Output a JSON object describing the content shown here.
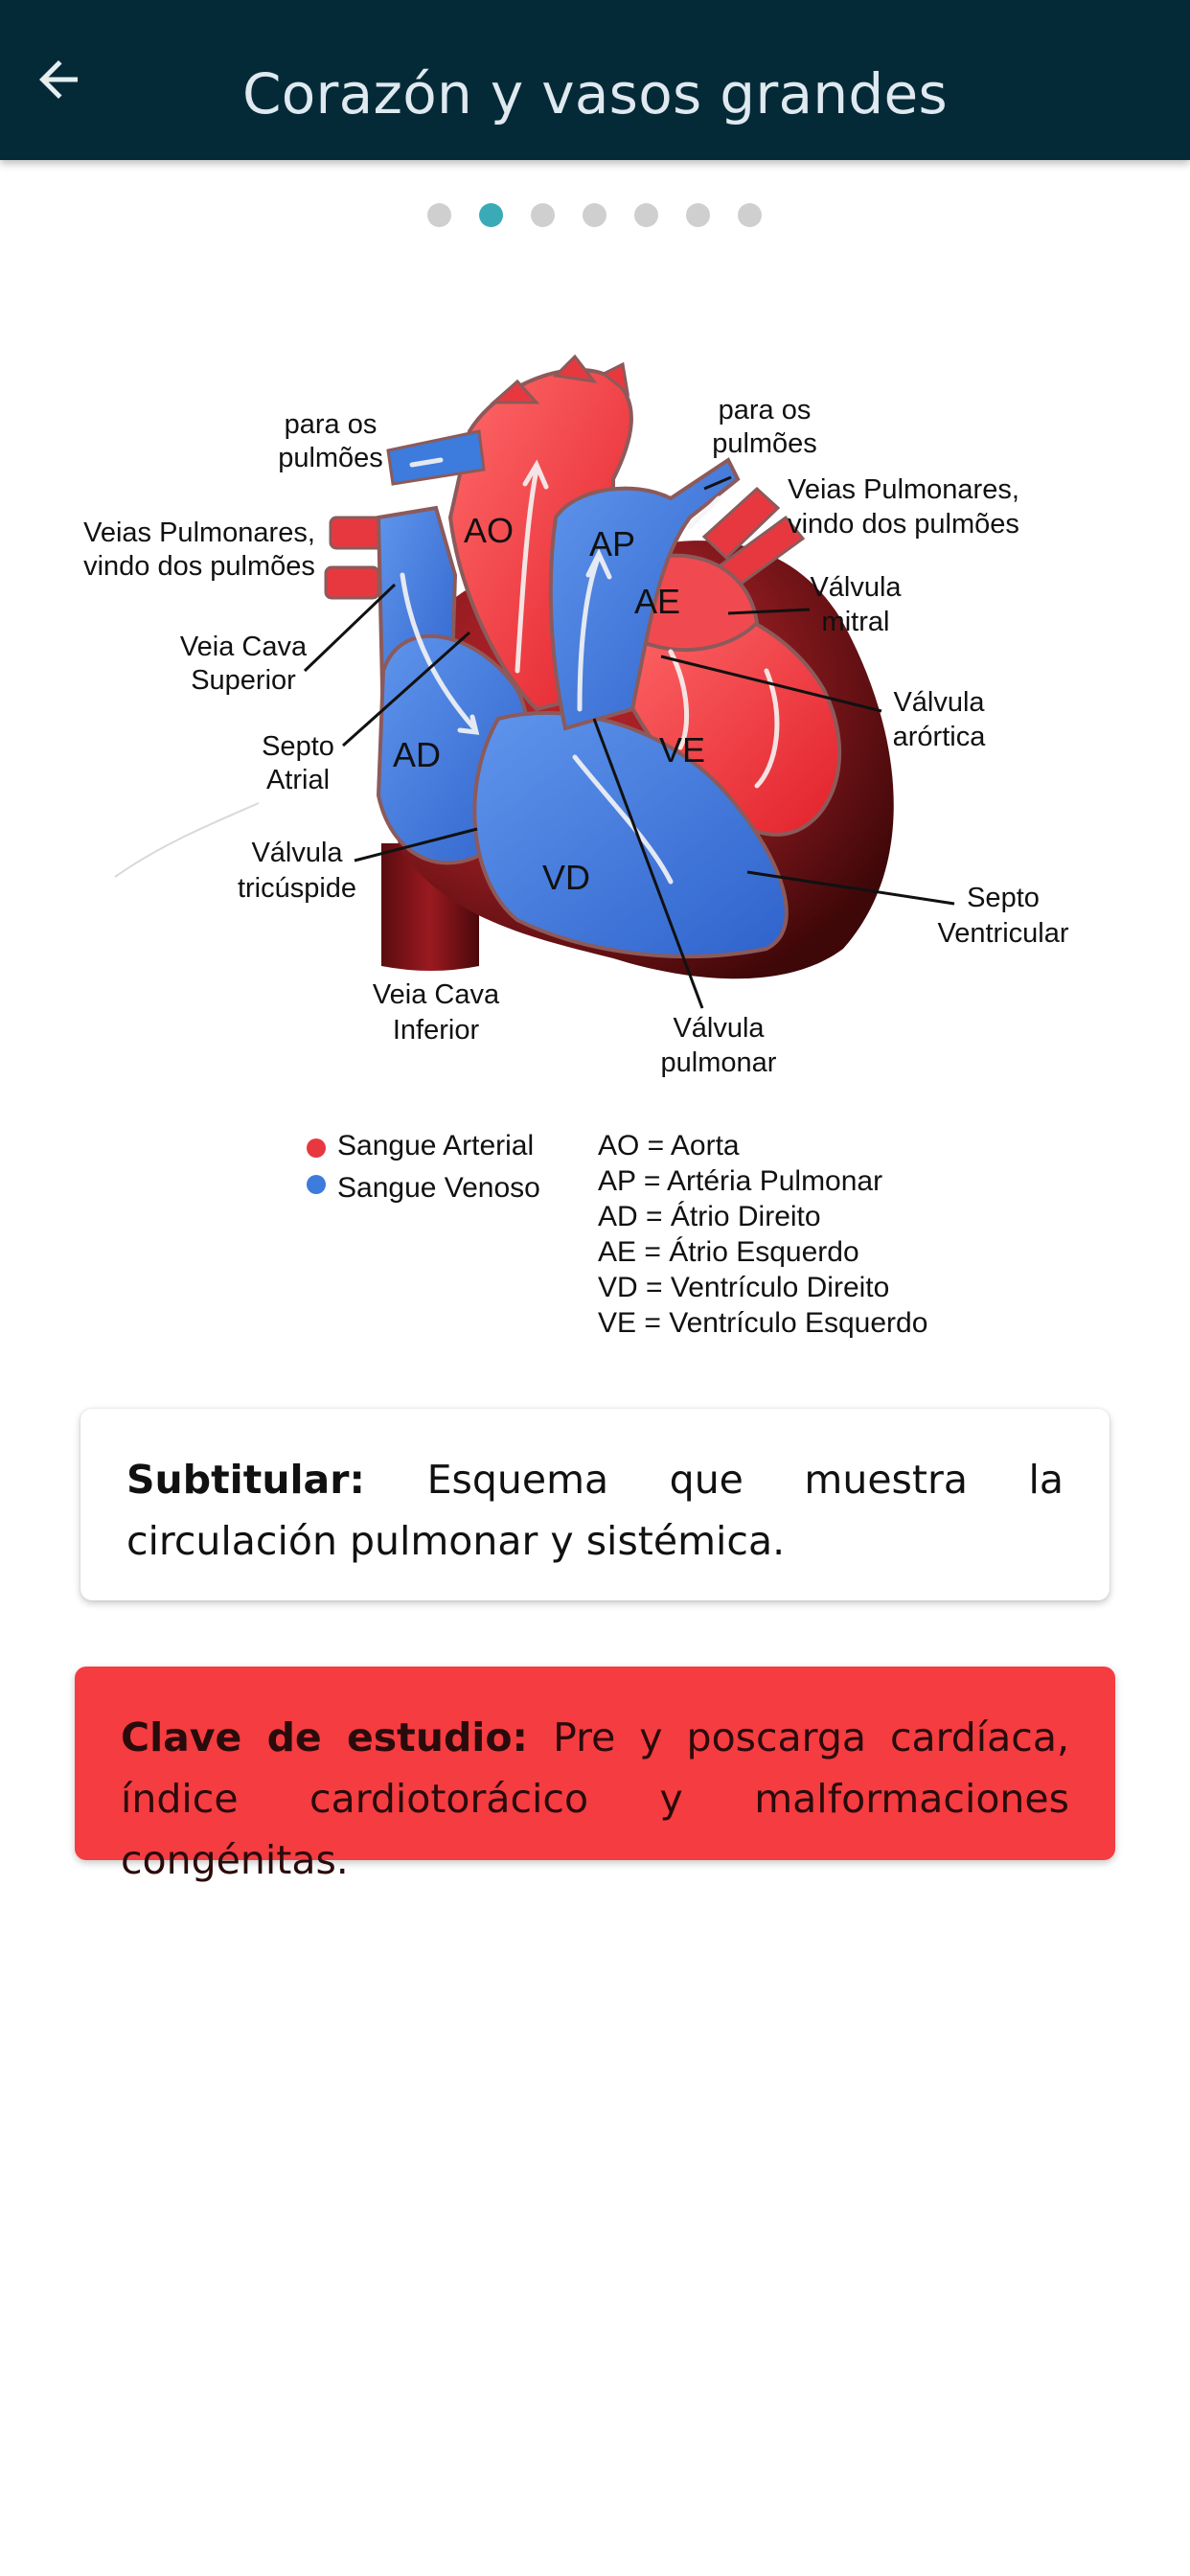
{
  "appbar": {
    "title": "Corazón y vasos grandes",
    "back_icon": "arrow-left-icon",
    "background": "#042a38"
  },
  "pager": {
    "count": 7,
    "current": 2,
    "active_color": "#3aaab6"
  },
  "diagram": {
    "chambers": {
      "ao": "AO",
      "ap": "AP",
      "ae": "AE",
      "ad": "AD",
      "ve": "VE",
      "vd": "VD"
    },
    "labels": {
      "pulm_left_1": "para os",
      "pulm_left_2": "pulmões",
      "pulm_right_1": "para os",
      "pulm_right_2": "pulmões",
      "veias_left_1": "Veias Pulmonares,",
      "veias_left_2": "vindo dos pulmões",
      "veias_right_1": "Veias Pulmonares,",
      "veias_right_2": "vindo dos pulmões",
      "vcs_1": "Veia Cava",
      "vcs_2": "Superior",
      "septo_atrial_1": "Septo",
      "septo_atrial_2": "Atrial",
      "tricuspide_1": "Válvula",
      "tricuspide_2": "tricúspide",
      "vci_1": "Veia Cava",
      "vci_2": "Inferior",
      "mitral_1": "Válvula",
      "mitral_2": "mitral",
      "aortica_1": "Válvula",
      "aortica_2": "arórtica",
      "septo_vent_1": "Septo",
      "septo_vent_2": "Ventricular",
      "pulmonar_1": "Válvula",
      "pulmonar_2": "pulmonar"
    },
    "legend": {
      "arterial": "Sangue Arterial",
      "venoso": "Sangue Venoso",
      "abbr": [
        "AO = Aorta",
        "AP = Artéria Pulmonar",
        "AD = Átrio Direito",
        "AE = Átrio Esquerdo",
        "VD = Ventrículo Direito",
        "VE = Ventrículo Esquerdo"
      ]
    },
    "colors": {
      "arterial": "#e8383f",
      "venous": "#3d7bdc",
      "muscle": "#6e1414"
    }
  },
  "subtitle_card": {
    "label": "Subtitular:",
    "text": "Esquema que muestra la circulación pulmonar y sistémica."
  },
  "study_card": {
    "label": "Clave de estudio:",
    "text": "Pre y poscarga cardíaca, índice cardiotorácico y malformaciones congénitas.",
    "background": "#f53c40"
  }
}
